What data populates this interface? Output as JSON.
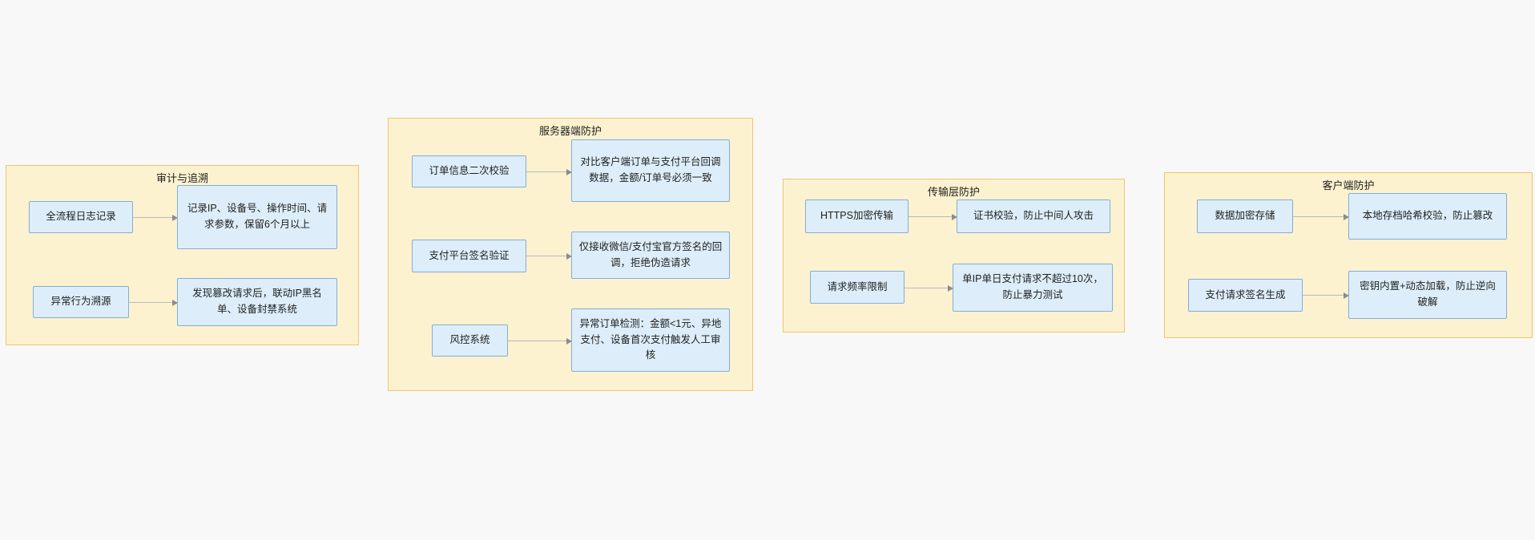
{
  "colors": {
    "page_bg": "#f8f8f8",
    "group_fill": "#fcf2cf",
    "group_border": "#f2c46e",
    "node_fill": "#ddeefa",
    "node_border": "#84add6",
    "arrow_line": "#b9b9b9",
    "arrow_head": "#8c8c8c",
    "text": "#1f1f1f"
  },
  "groups": [
    {
      "title": "审计与追溯",
      "rows": [
        {
          "source": "全流程日志记录",
          "target": "记录IP、设备号、操作时间、请求参数，保留6个月以上"
        },
        {
          "source": "异常行为溯源",
          "target": "发现篡改请求后，联动IP黑名单、设备封禁系统"
        }
      ]
    },
    {
      "title": "服务器端防护",
      "rows": [
        {
          "source": "订单信息二次校验",
          "target": "对比客户端订单与支付平台回调数据，金额/订单号必须一致"
        },
        {
          "source": "支付平台签名验证",
          "target": "仅接收微信/支付宝官方签名的回调，拒绝伪造请求"
        },
        {
          "source": "风控系统",
          "target": "异常订单检测：金额<1元、异地支付、设备首次支付触发人工审核"
        }
      ]
    },
    {
      "title": "传输层防护",
      "rows": [
        {
          "source": "HTTPS加密传输",
          "target": "证书校验，防止中间人攻击"
        },
        {
          "source": "请求频率限制",
          "target": "单IP单日支付请求不超过10次，防止暴力测试"
        }
      ]
    },
    {
      "title": "客户端防护",
      "rows": [
        {
          "source": "数据加密存储",
          "target": "本地存档哈希校验，防止篡改"
        },
        {
          "source": "支付请求签名生成",
          "target": "密钥内置+动态加载，防止逆向破解"
        }
      ]
    }
  ]
}
